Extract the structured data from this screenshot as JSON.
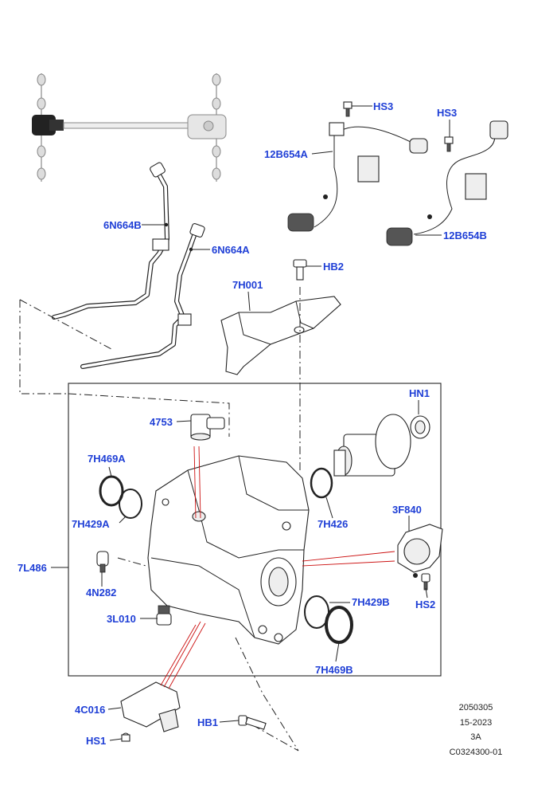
{
  "colors": {
    "callout": "#1f3fd6",
    "lines": "#222222",
    "highlight": "#cc1111"
  },
  "callouts": {
    "hs3_a": "HS3",
    "hs3_b": "HS3",
    "harness_a": "12B654A",
    "harness_b": "12B654B",
    "hose_b": "6N664B",
    "hose_a": "6N664A",
    "hb2": "HB2",
    "shield": "7H001",
    "hn1": "HN1",
    "sensor": "4753",
    "seal_7h469a": "7H469A",
    "seal_7h429a": "7H429A",
    "seal_7h426": "7H426",
    "cover": "3F840",
    "transfer_case": "7L486",
    "plug": "4N282",
    "hs2": "HS2",
    "seal_7h429b": "7H429B",
    "drain": "3L010",
    "seal_7h469b": "7H469B",
    "module": "4C016",
    "hb1": "HB1",
    "hs1": "HS1"
  },
  "reference": {
    "line1": "2050305",
    "line2": "15-2023",
    "line3": "3A",
    "line4": "C0324300-01"
  }
}
